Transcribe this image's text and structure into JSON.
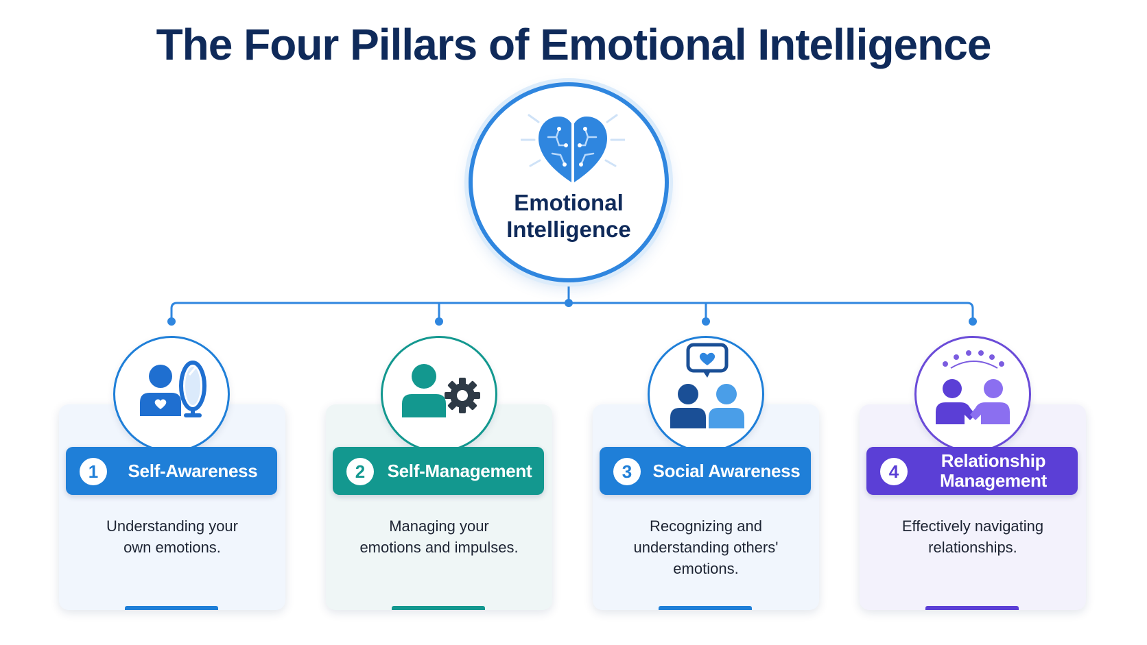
{
  "title": "The Four Pillars of Emotional Intelligence",
  "hub": {
    "label_line1": "Emotional",
    "label_line2": "Intelligence",
    "icon": "brain-heart-icon"
  },
  "pillars": [
    {
      "number": "1",
      "label_line1": "Self-Awareness",
      "label_line2": "",
      "desc": [
        "Understanding your",
        "own emotions."
      ],
      "color": "#1f7fd8",
      "icon": "person-mirror-icon"
    },
    {
      "number": "2",
      "label_line1": "Self-Management",
      "label_line2": "",
      "desc": [
        "Managing your",
        "emotions and impulses."
      ],
      "color": "#13988f",
      "icon": "person-gear-icon"
    },
    {
      "number": "3",
      "label_line1": "Social Awareness",
      "label_line2": "",
      "desc": [
        "Recognizing and",
        "understanding others'",
        "emotions."
      ],
      "color": "#1f7fd8",
      "icon": "people-speech-heart-icon"
    },
    {
      "number": "4",
      "label_line1": "Relationship",
      "label_line2": "Management",
      "desc": [
        "Effectively navigating",
        "relationships."
      ],
      "color": "#5b3fd6",
      "icon": "handshake-people-icon"
    }
  ],
  "colors": {
    "title": "#0f2a5a",
    "connector": "#2f86df"
  }
}
